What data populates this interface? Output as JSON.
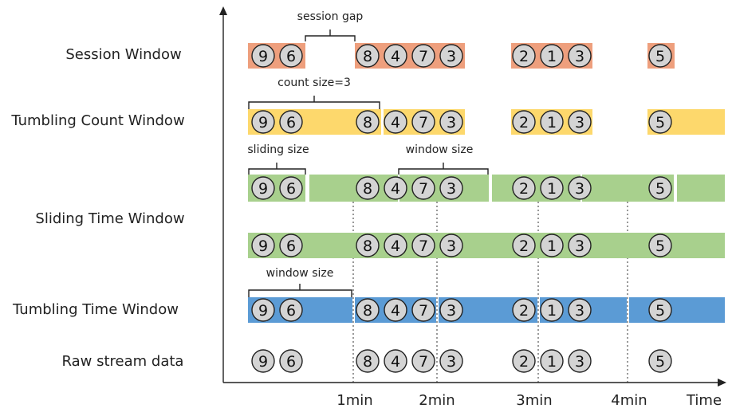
{
  "rows": {
    "session": "Session Window",
    "tumbling_count": "Tumbling Count Window",
    "sliding_time": "Sliding Time Window",
    "tumbling_time": "Tumbling Time Window",
    "raw": "Raw stream data"
  },
  "annotations": {
    "session_gap": "session gap",
    "count_size": "count size=3",
    "sliding_size": "sliding size",
    "window_size_sliding": "window size",
    "window_size_tumbling": "window size"
  },
  "axis": {
    "ticks": [
      "1min",
      "2min",
      "3min",
      "4min"
    ],
    "time_label": "Time"
  },
  "stream": {
    "groups": [
      [
        "9",
        "6"
      ],
      [
        "8",
        "4",
        "7",
        "3"
      ],
      [
        "2",
        "1",
        "3"
      ],
      [
        "5"
      ]
    ]
  },
  "colors": {
    "session": "#ee9f7d",
    "count": "#fdd86c",
    "sliding": "#a8d08d",
    "tumbling": "#5b9bd5",
    "circle_fill": "#d4d4d4"
  }
}
